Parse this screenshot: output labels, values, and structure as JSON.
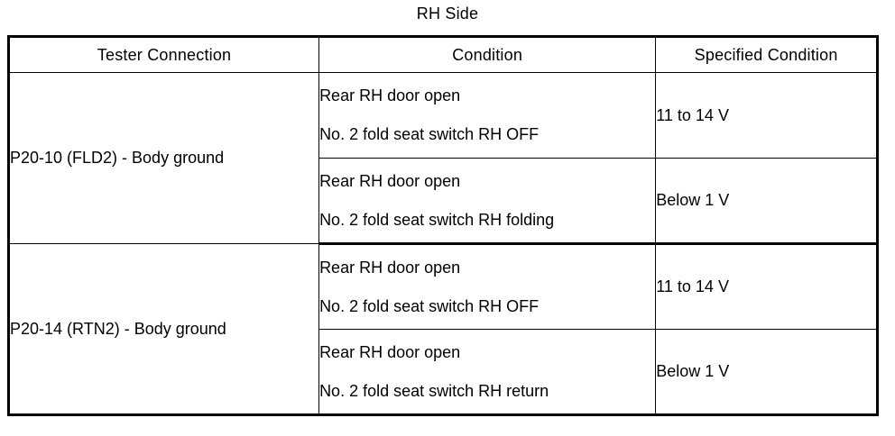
{
  "title": "RH Side",
  "table": {
    "headers": [
      "Tester Connection",
      "Condition",
      "Specified Condition"
    ],
    "groups": [
      {
        "tester_connection": "P20-10 (FLD2) - Body ground",
        "rows": [
          {
            "condition_line_1": "Rear RH door open",
            "condition_line_2": "No. 2 fold seat switch RH OFF",
            "specified_condition": "11 to 14 V"
          },
          {
            "condition_line_1": "Rear RH door open",
            "condition_line_2": "No. 2 fold seat switch RH folding",
            "specified_condition": "Below 1 V"
          }
        ]
      },
      {
        "tester_connection": "P20-14 (RTN2) - Body ground",
        "rows": [
          {
            "condition_line_1": "Rear RH door open",
            "condition_line_2": "No. 2 fold seat switch RH OFF",
            "specified_condition": "11 to 14 V"
          },
          {
            "condition_line_1": "Rear RH door open",
            "condition_line_2": "No. 2 fold seat switch RH return",
            "specified_condition": "Below 1 V"
          }
        ]
      }
    ]
  },
  "colors": {
    "background": "#ffffff",
    "text": "#000000",
    "border": "#000000"
  }
}
